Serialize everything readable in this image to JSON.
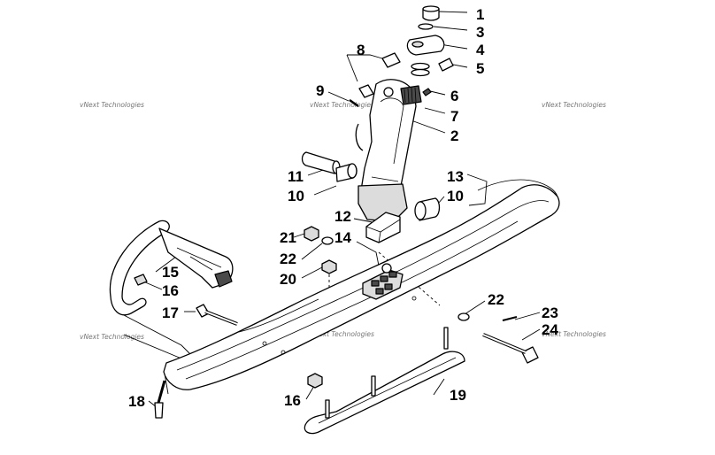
{
  "callouts": [
    {
      "id": "c1",
      "label": "1"
    },
    {
      "id": "c3",
      "label": "3"
    },
    {
      "id": "c4",
      "label": "4"
    },
    {
      "id": "c5",
      "label": "5"
    },
    {
      "id": "c8",
      "label": "8"
    },
    {
      "id": "c9",
      "label": "9"
    },
    {
      "id": "c6",
      "label": "6"
    },
    {
      "id": "c7",
      "label": "7"
    },
    {
      "id": "c2",
      "label": "2"
    },
    {
      "id": "c11",
      "label": "11"
    },
    {
      "id": "c13",
      "label": "13"
    },
    {
      "id": "c10a",
      "label": "10"
    },
    {
      "id": "c10b",
      "label": "10"
    },
    {
      "id": "c12",
      "label": "12"
    },
    {
      "id": "c21",
      "label": "21"
    },
    {
      "id": "c14",
      "label": "14"
    },
    {
      "id": "c22a",
      "label": "22"
    },
    {
      "id": "c20",
      "label": "20"
    },
    {
      "id": "c15",
      "label": "15"
    },
    {
      "id": "c16a",
      "label": "16"
    },
    {
      "id": "c22b",
      "label": "22"
    },
    {
      "id": "c17",
      "label": "17"
    },
    {
      "id": "c23",
      "label": "23"
    },
    {
      "id": "c24",
      "label": "24"
    },
    {
      "id": "c19",
      "label": "19"
    },
    {
      "id": "c16b",
      "label": "16"
    },
    {
      "id": "c18",
      "label": "18"
    }
  ],
  "watermarks": [
    {
      "id": "wm1",
      "text": "vNext Technologies"
    },
    {
      "id": "wm2",
      "text": "vNext Technologies"
    },
    {
      "id": "wm3",
      "text": "vNext Technologies"
    },
    {
      "id": "wm4",
      "text": "vNext Technologies"
    },
    {
      "id": "wm5",
      "text": "vNext Technologies"
    },
    {
      "id": "wm6",
      "text": "vNext Technologies"
    }
  ]
}
